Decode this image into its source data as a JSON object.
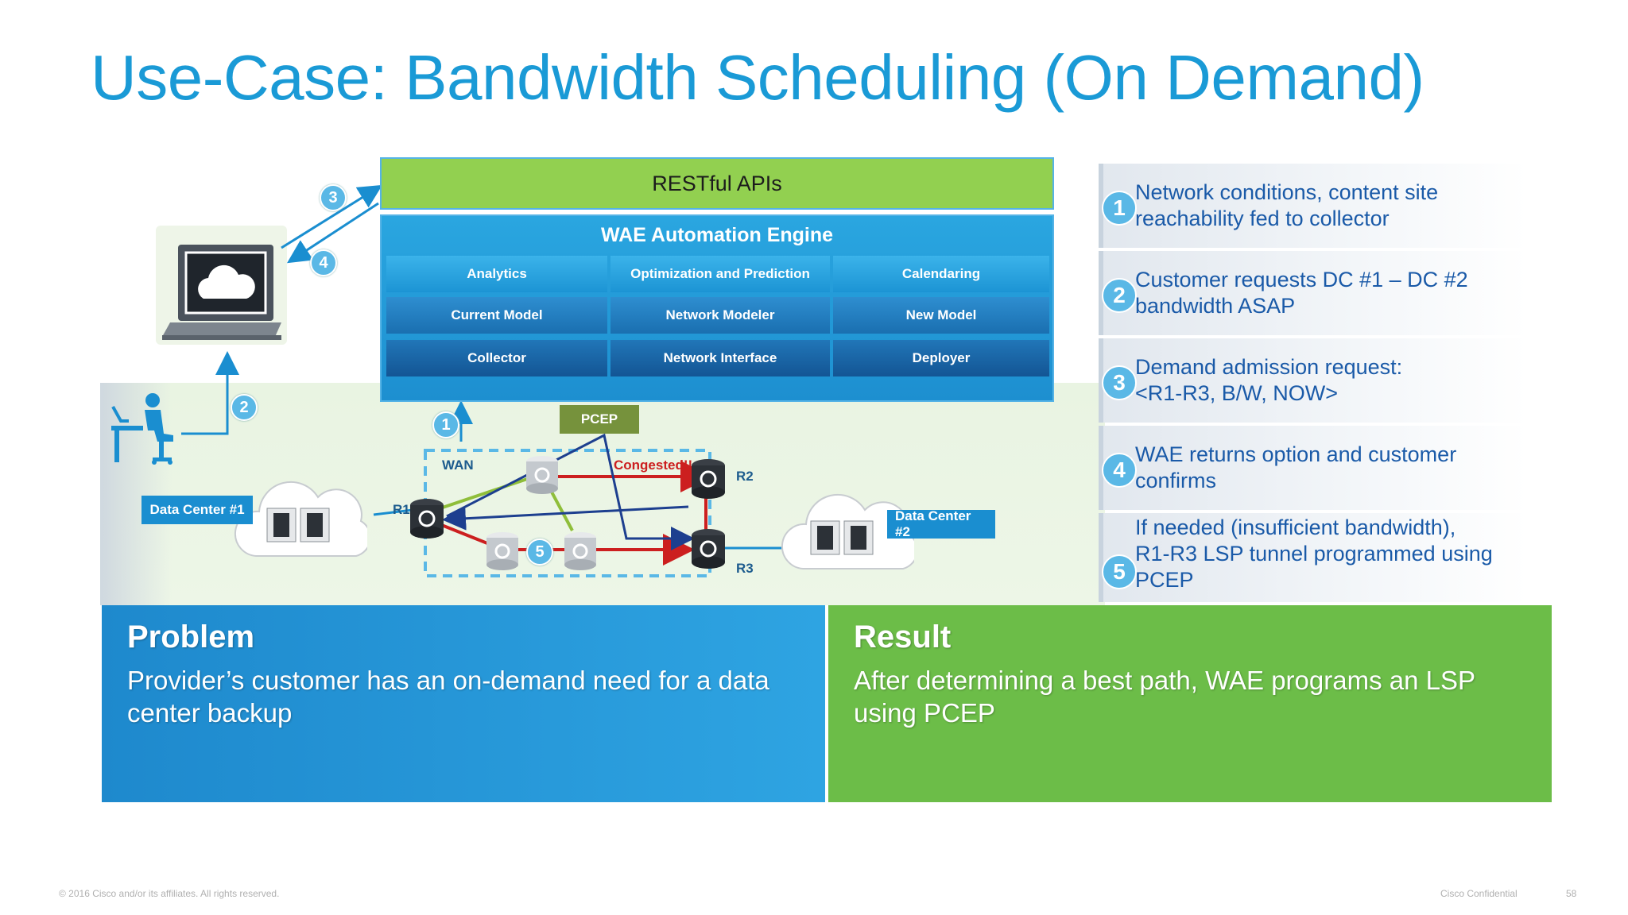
{
  "title": "Use-Case: Bandwidth Scheduling (On Demand)",
  "engine": {
    "api_label": "RESTful APIs",
    "title": "WAE Automation Engine",
    "rows": [
      [
        "Analytics",
        "Optimization and Prediction",
        "Calendaring"
      ],
      [
        "Current Model",
        "Network Modeler",
        "New Model"
      ],
      [
        "Collector",
        "Network Interface",
        "Deployer"
      ]
    ]
  },
  "network": {
    "pcep": "PCEP",
    "wan": "WAN",
    "congested": "Congested!!",
    "r1": "R1",
    "r2": "R2",
    "r3": "R3",
    "dc1": "Data Center #1",
    "dc2": "Data Center #2",
    "markers": [
      "1",
      "2",
      "3",
      "4",
      "5"
    ]
  },
  "steps": [
    {
      "num": "1",
      "lines": [
        "Network conditions, content site",
        "reachability fed to collector"
      ]
    },
    {
      "num": "2",
      "lines": [
        "Customer requests DC #1 – DC #2",
        "bandwidth ASAP"
      ]
    },
    {
      "num": "3",
      "lines": [
        "Demand admission request:",
        "<R1-R3, B/W, NOW>"
      ]
    },
    {
      "num": "4",
      "lines": [
        "WAE returns option and customer",
        "confirms"
      ]
    },
    {
      "num": "5",
      "lines": [
        "If needed (insufficient bandwidth),",
        "R1-R3 LSP tunnel programmed using",
        "PCEP"
      ]
    }
  ],
  "problem": {
    "heading": "Problem",
    "body": "Provider’s customer has an on-demand need for a data center backup"
  },
  "result": {
    "heading": "Result",
    "body": "After determining a best path, WAE programs an LSP using PCEP"
  },
  "footer": {
    "copyright": "© 2016 Cisco and/or its affiliates. All rights reserved.",
    "confidential": "Cisco Confidential",
    "page": "58"
  },
  "colors": {
    "title": "#1a9ad6",
    "rest": "#92d050",
    "problem": "#1e89cd",
    "result": "#6cbd48",
    "congested": "#cc1f1f"
  }
}
